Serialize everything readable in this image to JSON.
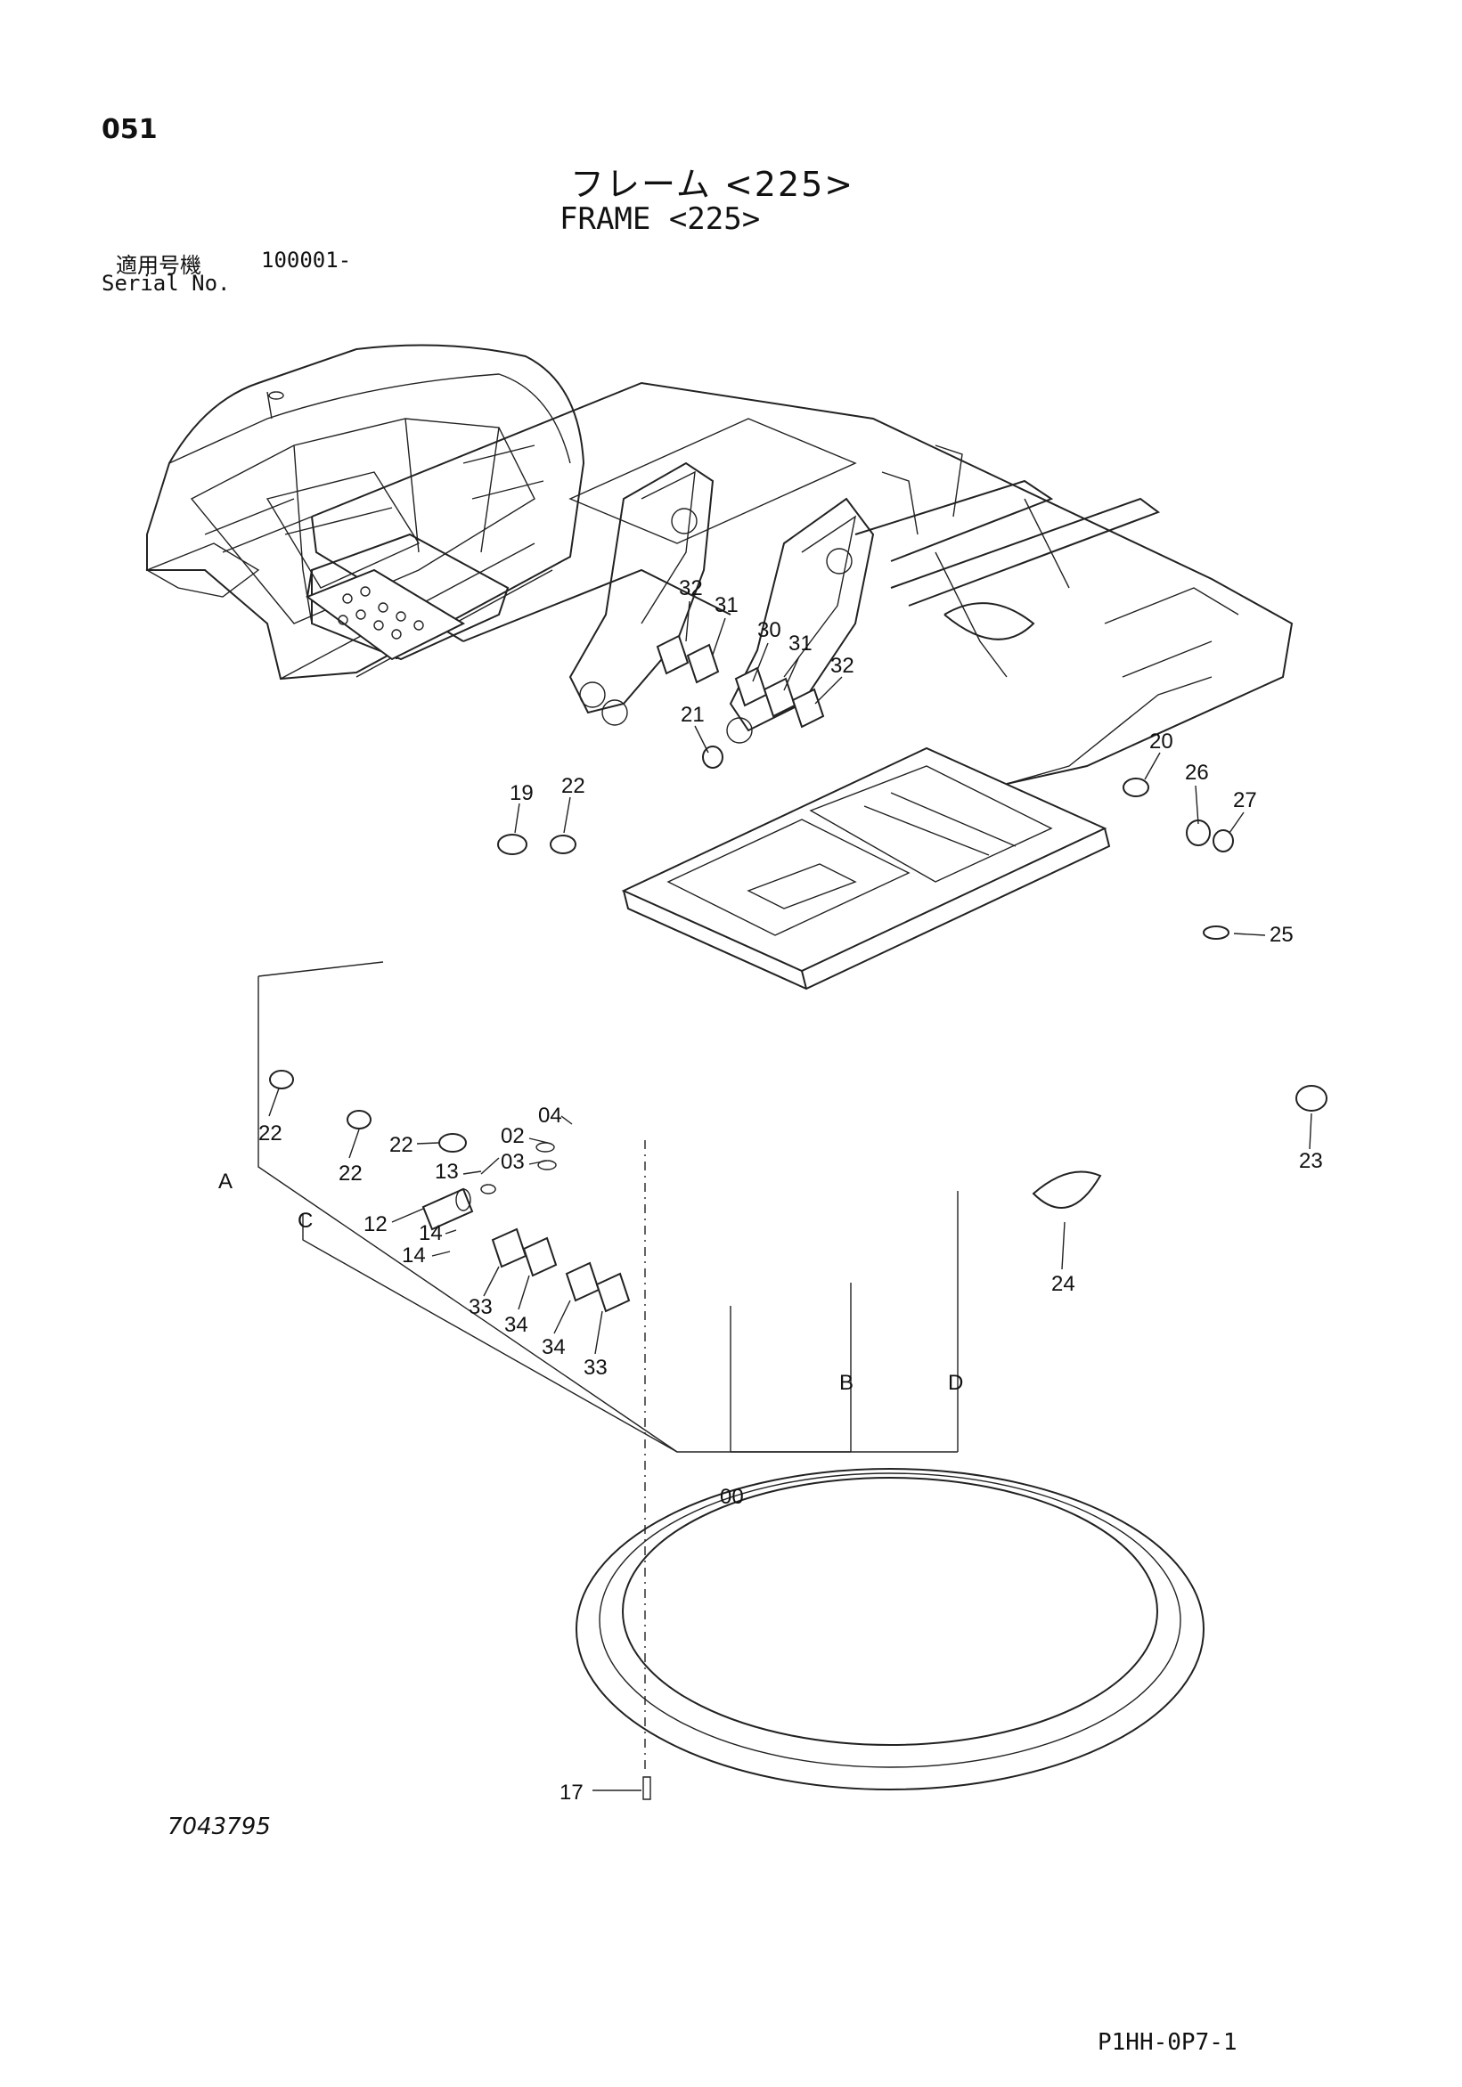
{
  "page_number": "051",
  "title_jp": "フレーム <225>",
  "title_en": "FRAME <225>",
  "serial_label_jp": "適用号機",
  "serial_value": "100001-",
  "serial_label_en": "Serial No.",
  "drawing_number": "7043795",
  "page_code": "P1HH-0P7-1",
  "callouts": {
    "c32a": "32",
    "c31a": "31",
    "c30": "30",
    "c31b": "31",
    "c32b": "32",
    "c21": "21",
    "c20": "20",
    "c26": "26",
    "c27": "27",
    "c19": "19",
    "c22a": "22",
    "c25": "25",
    "c22b": "22",
    "c22c": "22",
    "c22d": "22",
    "c04": "04",
    "c02": "02",
    "c03": "03",
    "c13": "13",
    "c12": "12",
    "c14a": "14",
    "c14b": "14",
    "c23": "23",
    "c24": "24",
    "c33a": "33",
    "c34a": "34",
    "c34b": "34",
    "c33b": "33",
    "cA": "A",
    "cC": "C",
    "cB": "B",
    "cD": "D",
    "c00": "00",
    "c17": "17"
  }
}
